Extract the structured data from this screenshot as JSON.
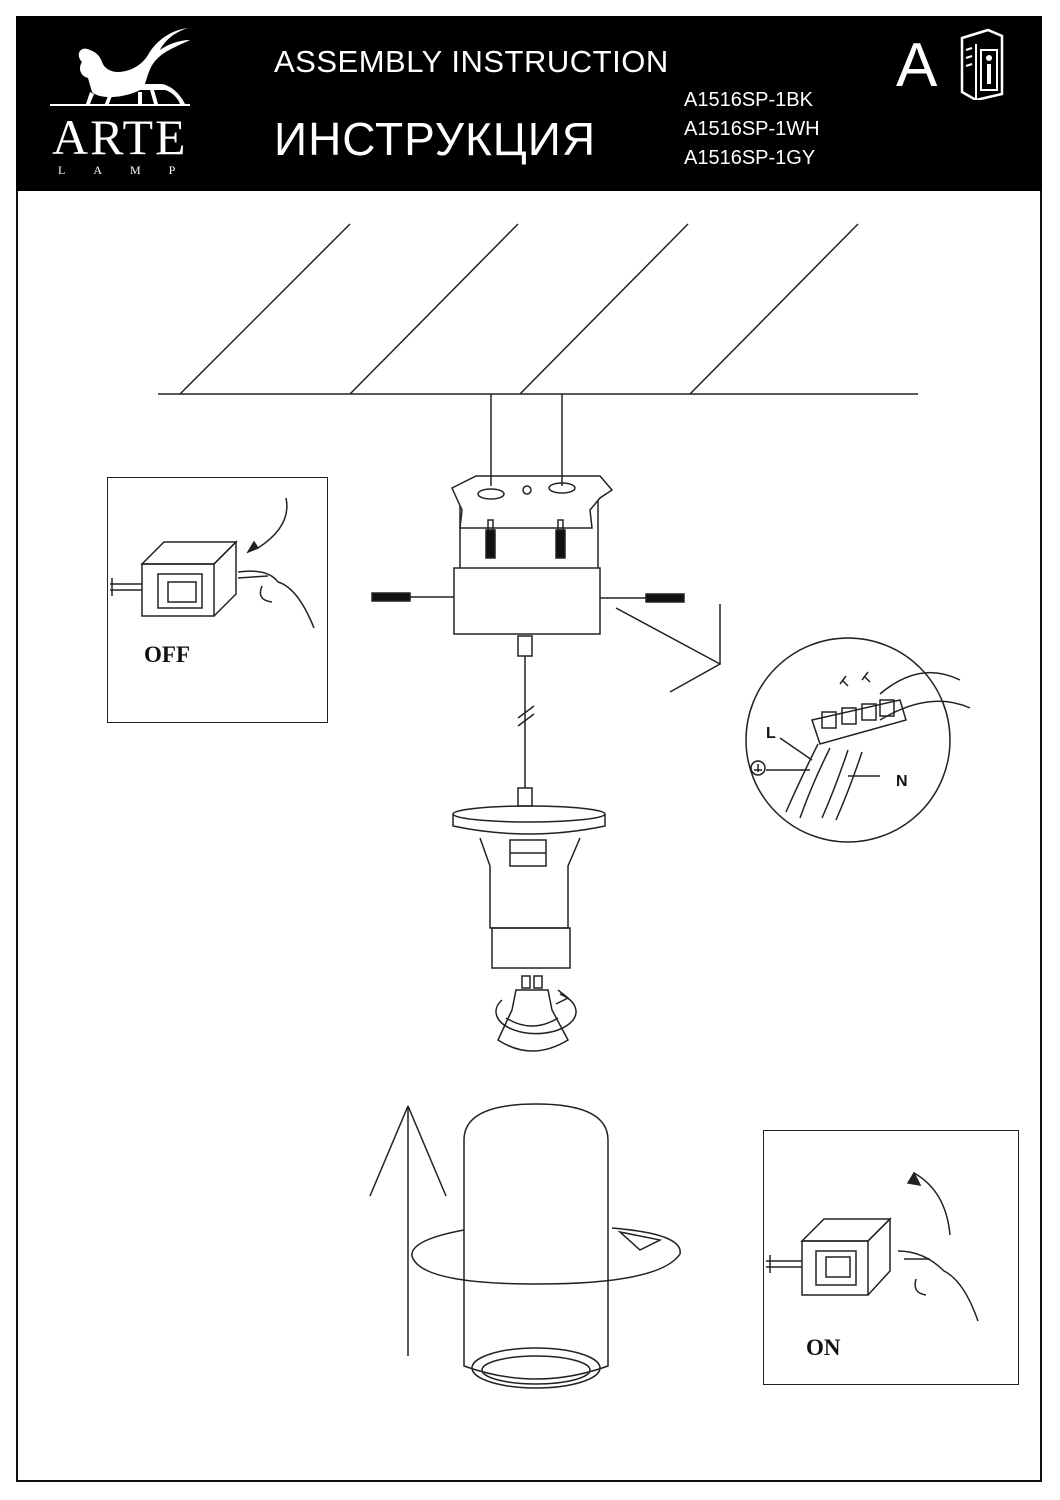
{
  "header": {
    "brand": "ARTE",
    "brand_sub": "LAMP",
    "title_en": "ASSEMBLY INSTRUCTION",
    "title_ru": "ИНСТРУКЦИЯ",
    "models": [
      "A1516SP-1BK",
      "A1516SP-1WH",
      "A1516SP-1GY"
    ],
    "section_letter": "A",
    "manual_icon": "manual-info-icon"
  },
  "labels": {
    "switch_off": "OFF",
    "switch_on": "ON",
    "wire_live": "L",
    "wire_neutral": "N",
    "ground_icon": "ground-symbol-icon"
  },
  "colors": {
    "header_bg": "#000000",
    "header_text": "#ffffff",
    "line": "#222222"
  }
}
